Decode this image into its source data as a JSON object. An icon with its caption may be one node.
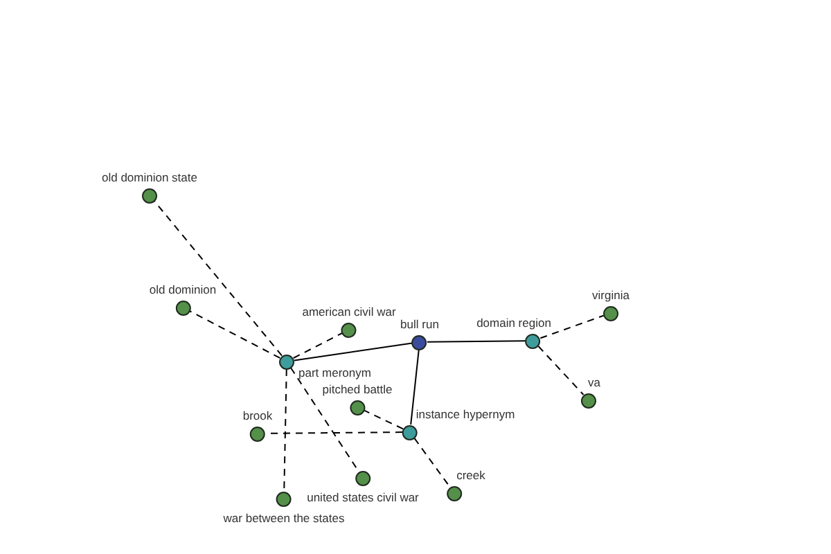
{
  "diagram": {
    "nodes": [
      {
        "text": [
          "old dominion state"
        ]
      },
      {
        "text": [
          "old dominion"
        ]
      },
      {
        "text": [
          "part meronym"
        ]
      },
      {
        "text": [
          "american civil war"
        ]
      },
      {
        "text": [
          "bull run"
        ]
      },
      {
        "text": [
          "domain region"
        ]
      },
      {
        "text": [
          "virginia"
        ]
      },
      {
        "text": [
          "va"
        ]
      },
      {
        "text": [
          "brook"
        ]
      },
      {
        "text": [
          "pitched battle"
        ]
      },
      {
        "text": [
          "instance hypernym"
        ]
      },
      {
        "text": [
          "united states civil war"
        ]
      },
      {
        "text": [
          "war between the states"
        ]
      },
      {
        "text": [
          "creek"
        ]
      }
    ],
    "edges": [
      {
        "from": 4,
        "to": 2,
        "arrow": "none"
      },
      {
        "from": 4,
        "to": 5,
        "arrow": "none"
      },
      {
        "from": 4,
        "to": 10,
        "arrow": "none"
      },
      {
        "from": 2,
        "to": 0,
        "arrow": "none",
        "style": "dashed"
      },
      {
        "from": 2,
        "to": 1,
        "arrow": "none",
        "style": "dashed"
      },
      {
        "from": 2,
        "to": 3,
        "arrow": "none",
        "style": "dashed"
      },
      {
        "from": 2,
        "to": 11,
        "arrow": "none",
        "style": "dashed"
      },
      {
        "from": 2,
        "to": 12,
        "arrow": "none",
        "style": "dashed"
      },
      {
        "from": 5,
        "to": 6,
        "arrow": "none",
        "style": "dashed"
      },
      {
        "from": 5,
        "to": 7,
        "arrow": "none",
        "style": "dashed"
      },
      {
        "from": 10,
        "to": 8,
        "arrow": "none",
        "style": "dashed"
      },
      {
        "from": 10,
        "to": 9,
        "arrow": "none",
        "style": "dashed"
      },
      {
        "from": 10,
        "to": 13,
        "arrow": "none",
        "style": "dashed"
      }
    ]
  }
}
